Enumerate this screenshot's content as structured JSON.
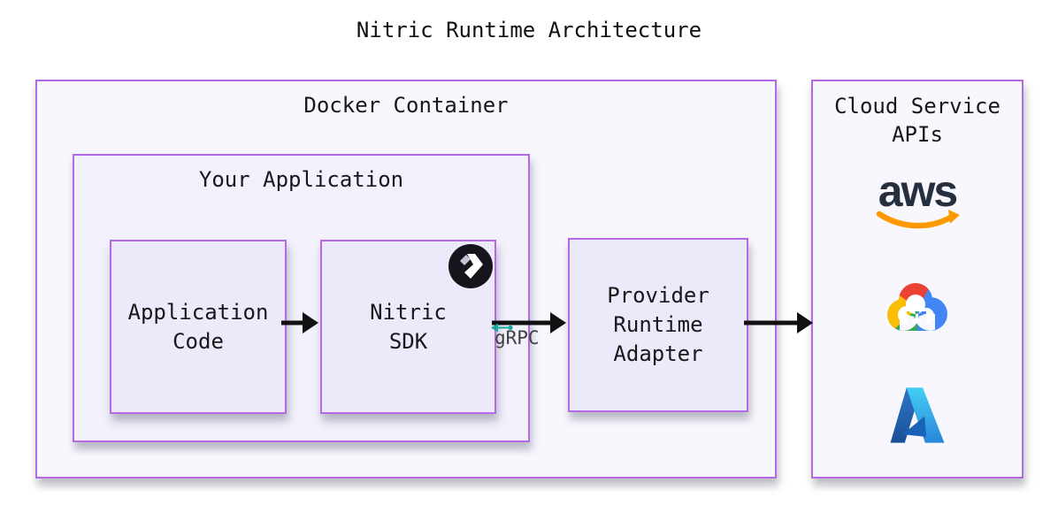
{
  "title": "Nitric Runtime Architecture",
  "docker_container": {
    "label": "Docker Container"
  },
  "your_application": {
    "label": "Your Application"
  },
  "application_code": {
    "lines": [
      "Application",
      "Code"
    ]
  },
  "nitric_sdk": {
    "lines": [
      "Nitric",
      "SDK"
    ]
  },
  "provider_adapter": {
    "lines": [
      "Provider",
      "Runtime",
      "Adapter"
    ]
  },
  "grpc": {
    "label": "gRPC"
  },
  "cloud_services": {
    "lines": [
      "Cloud Service",
      "APIs"
    ],
    "providers": [
      "AWS",
      "Google Cloud",
      "Azure"
    ],
    "aws_wordmark": "aws"
  },
  "icons": {
    "nitric_badge": "nitric-logo-icon",
    "grpc_arrow": "grpc-arrow-icon",
    "aws": "aws-logo-icon",
    "google_cloud": "google-cloud-logo-icon",
    "azure": "azure-logo-icon"
  },
  "colors": {
    "purple-border": "#b46ae4",
    "bg-outer-box": "#f8f7fe",
    "bg-mid-box": "#f2f1fc",
    "bg-inner-box": "#ebe9fa",
    "ink": "#18181b",
    "arrow-black": "#111111",
    "grpc-teal": "#1aa79e",
    "grpc-gray": "#404040",
    "aws-navy": "#252f3e",
    "aws-orange": "#ff9900",
    "google-blue": "#4285f4",
    "google-red": "#ea4335",
    "google-yellow": "#fbbc05",
    "google-green": "#34a853",
    "azure-dark-blue": "#1a4f97",
    "azure-mid-blue": "#2b85da",
    "azure-light-blue": "#43d0f4",
    "nitric-black": "#17151c"
  }
}
